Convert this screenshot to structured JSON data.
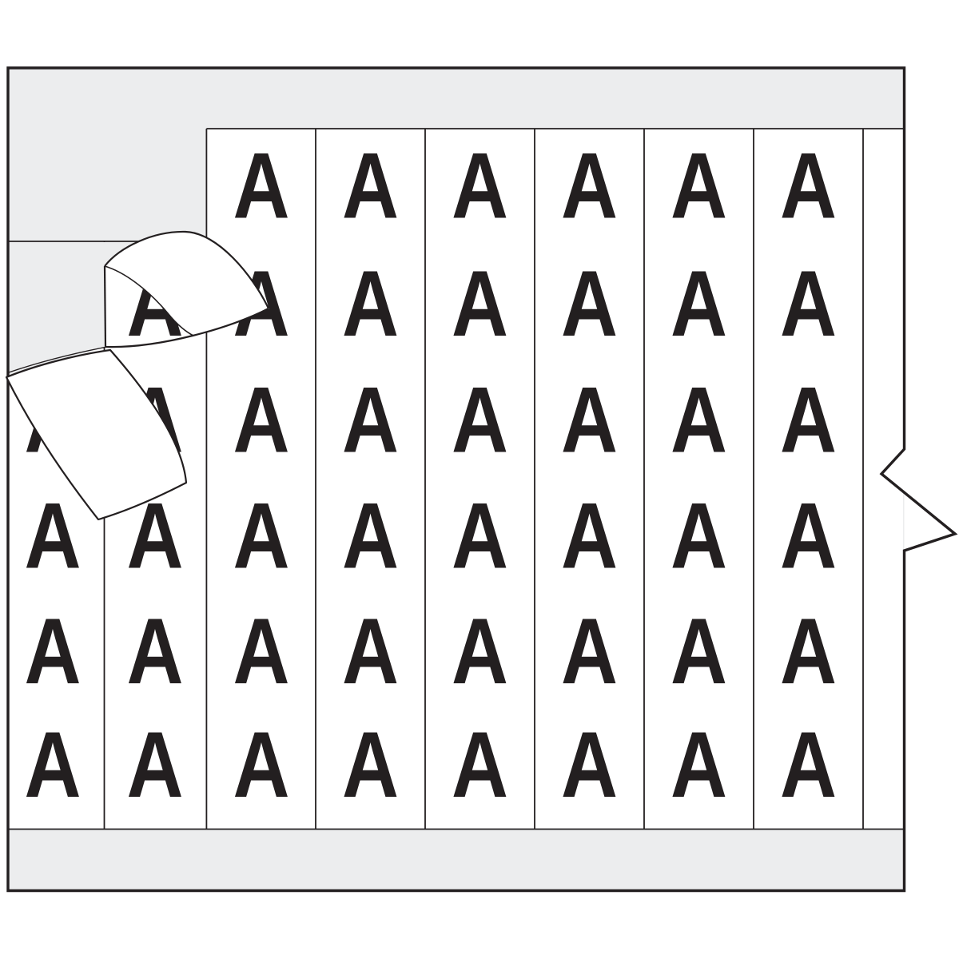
{
  "product_image": {
    "description": "Wire marker card sheet with repeating letter markers, two peeling labels and a right-edge pull tab",
    "marker_letter": "A",
    "letter_grid": {
      "rows": [
        {
          "row": 1,
          "columns": [
            3,
            4,
            5,
            6,
            7,
            8
          ]
        },
        {
          "row": 2,
          "columns": [
            2,
            3,
            4,
            5,
            6,
            7,
            8
          ]
        },
        {
          "row": 3,
          "columns": [
            1,
            2,
            3,
            4,
            5,
            6,
            7,
            8
          ]
        },
        {
          "row": 4,
          "columns": [
            1,
            2,
            3,
            4,
            5,
            6,
            7,
            8
          ]
        },
        {
          "row": 5,
          "columns": [
            1,
            2,
            3,
            4,
            5,
            6,
            7,
            8
          ]
        },
        {
          "row": 6,
          "columns": [
            1,
            2,
            3,
            4,
            5,
            6,
            7,
            8
          ]
        }
      ]
    },
    "colors": {
      "page_background": "#FFFFFF",
      "card_background": "#ECEDEE",
      "strip_background": "#FFFFFF",
      "line": "#231F20",
      "letter": "#231F20",
      "label_face": "#FFFFFF"
    }
  }
}
